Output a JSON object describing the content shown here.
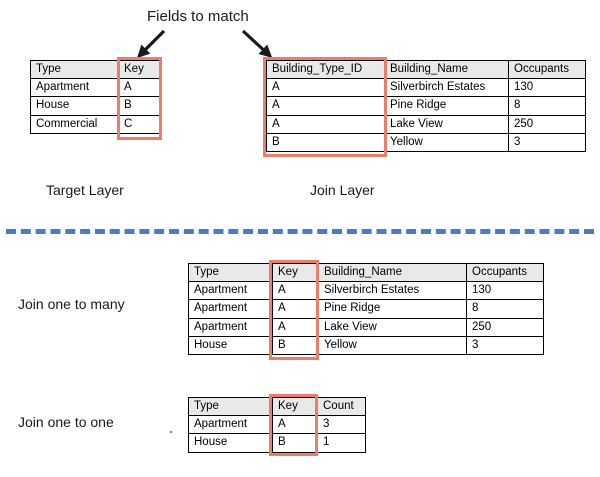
{
  "annotations": {
    "fields_to_match": "Fields to match",
    "target_layer": "Target Layer",
    "join_layer": "Join Layer",
    "join_one_to_many": "Join one to many",
    "join_one_to_one": "Join one to one"
  },
  "colors": {
    "highlight": "#ED7D6B",
    "divider": "#4E7AC7",
    "header_fill": "#E9E9E9",
    "border": "#000000"
  },
  "target_table": {
    "headers": [
      "Type",
      "Key"
    ],
    "rows": [
      [
        "Apartment",
        "A"
      ],
      [
        "House",
        "B"
      ],
      [
        "Commercial",
        "C"
      ]
    ]
  },
  "join_table": {
    "headers": [
      "Building_Type_ID",
      "Building_Name",
      "Occupants"
    ],
    "rows": [
      [
        "A",
        "Silverbirch Estates",
        "130"
      ],
      [
        "A",
        "Pine Ridge",
        "8"
      ],
      [
        "A",
        "Lake View",
        "250"
      ],
      [
        "B",
        "Yellow",
        "3"
      ]
    ]
  },
  "one_to_many_table": {
    "headers": [
      "Type",
      "Key",
      "Building_Name",
      "Occupants"
    ],
    "rows": [
      [
        "Apartment",
        "A",
        "Silverbirch Estates",
        "130"
      ],
      [
        "Apartment",
        "A",
        "Pine Ridge",
        "8"
      ],
      [
        "Apartment",
        "A",
        "Lake View",
        "250"
      ],
      [
        "House",
        "B",
        "Yellow",
        "3"
      ]
    ]
  },
  "one_to_one_table": {
    "headers": [
      "Type",
      "Key",
      "Count"
    ],
    "rows": [
      [
        "Apartment",
        "A",
        "3"
      ],
      [
        "House",
        "B",
        "1"
      ]
    ]
  }
}
